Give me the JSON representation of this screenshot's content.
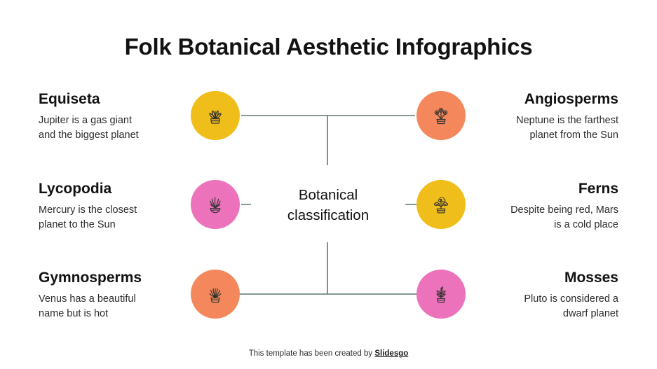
{
  "page": {
    "title": "Folk Botanical Aesthetic Infographics",
    "center_line1": "Botanical",
    "center_line2": "classification"
  },
  "colors": {
    "yellow": "#F0BE1A",
    "orange": "#F4885C",
    "pink": "#EC72BC",
    "line": "#5C7671",
    "icon_stroke": "#30312F",
    "text": "#121212",
    "background": "#FFFFFF"
  },
  "items": [
    {
      "id": "equiseta",
      "side": "left",
      "row": 1,
      "heading": "Equiseta",
      "description_line1": "Jupiter is a gas giant",
      "description_line2": "and the biggest planet",
      "circle_color": "#F0BE1A",
      "icon": "potted-succulent-icon"
    },
    {
      "id": "angiosperms",
      "side": "right",
      "row": 1,
      "heading": "Angiosperms",
      "description_line1": "Neptune is the farthest",
      "description_line2": "planet from the Sun",
      "circle_color": "#F4885C",
      "icon": "potted-blossom-cluster-icon"
    },
    {
      "id": "lycopodia",
      "side": "left",
      "row": 2,
      "heading": "Lycopodia",
      "description_line1": "Mercury is the closest",
      "description_line2": "planet to the Sun",
      "circle_color": "#EC72BC",
      "icon": "potted-spiky-grass-icon"
    },
    {
      "id": "ferns",
      "side": "right",
      "row": 2,
      "heading": "Ferns",
      "description_line1": "Despite being red, Mars",
      "description_line2": "is a cold place",
      "circle_color": "#F0BE1A",
      "icon": "potted-three-flowers-icon"
    },
    {
      "id": "gymnosperms",
      "side": "left",
      "row": 3,
      "heading": "Gymnosperms",
      "description_line1": "Venus has a beautiful",
      "description_line2": "name but is hot",
      "circle_color": "#F4885C",
      "icon": "potted-agave-icon"
    },
    {
      "id": "mosses",
      "side": "right",
      "row": 3,
      "heading": "Mosses",
      "description_line1": "Pluto is considered a",
      "description_line2": "dwarf planet",
      "circle_color": "#EC72BC",
      "icon": "potted-sprout-icon"
    }
  ],
  "footer": {
    "text": "This template has been created by ",
    "brand": "Slidesgo"
  }
}
